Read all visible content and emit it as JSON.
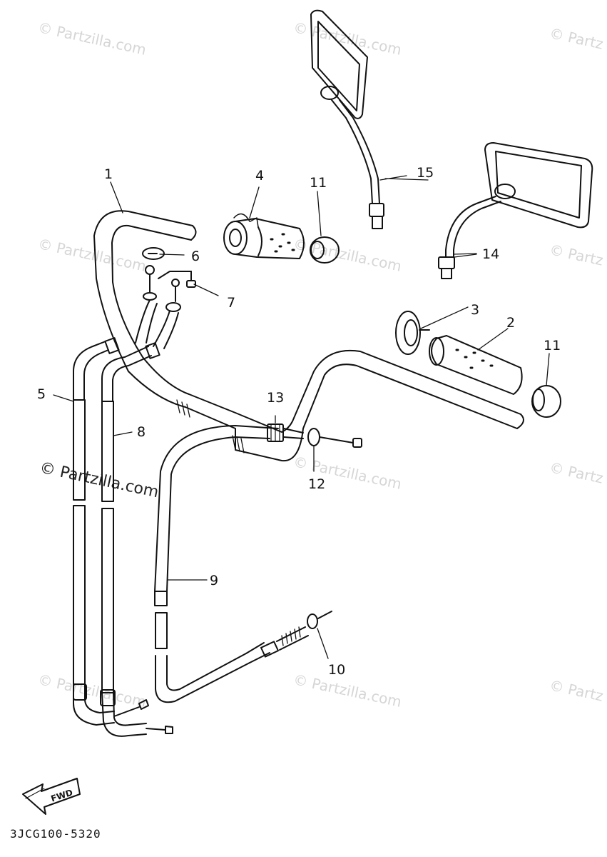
{
  "diagram": {
    "callouts": [
      {
        "id": "1",
        "text": "1"
      },
      {
        "id": "2",
        "text": "2"
      },
      {
        "id": "3",
        "text": "3"
      },
      {
        "id": "4",
        "text": "4"
      },
      {
        "id": "5",
        "text": "5"
      },
      {
        "id": "6",
        "text": "6"
      },
      {
        "id": "7",
        "text": "7"
      },
      {
        "id": "8",
        "text": "8"
      },
      {
        "id": "9",
        "text": "9"
      },
      {
        "id": "10",
        "text": "10"
      },
      {
        "id": "11a",
        "text": "11"
      },
      {
        "id": "11b",
        "text": "11"
      },
      {
        "id": "12",
        "text": "12"
      },
      {
        "id": "13",
        "text": "13"
      },
      {
        "id": "14",
        "text": "14"
      },
      {
        "id": "15",
        "text": "15"
      }
    ],
    "fwd_label": "FWD",
    "drawing_code": "3JCG100-5320"
  },
  "watermarks": {
    "text": "© Partzilla.com",
    "text_cut": "© Partz",
    "prominent": "© Partzilla.com"
  },
  "colors": {
    "line": "#111111",
    "watermark": "#d6d6d6"
  }
}
